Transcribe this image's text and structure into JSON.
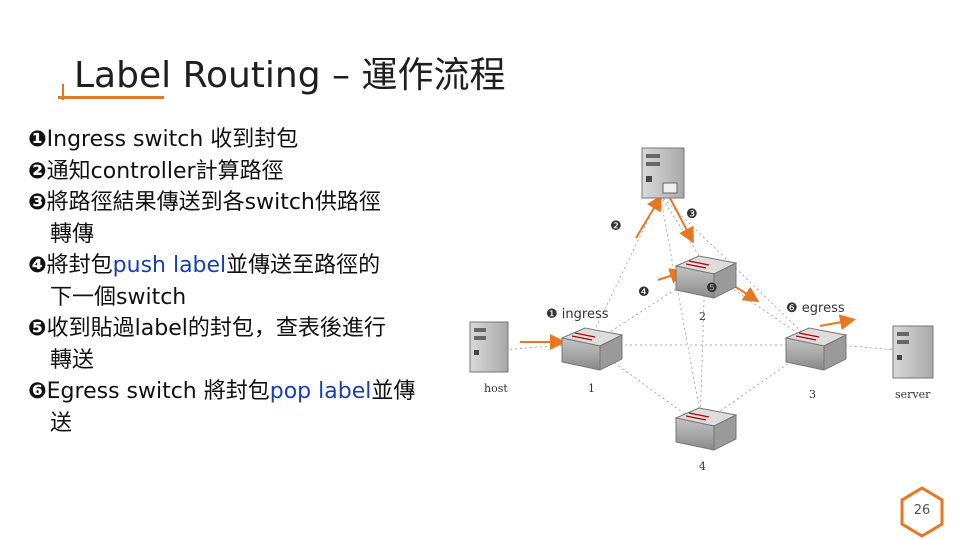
{
  "slide": {
    "title": "Label Routing – 運作流程",
    "page_number": "26",
    "accent_color": "#e87722",
    "highlight_color": "#1a3fb5"
  },
  "bullets": [
    {
      "num": "❶",
      "parts": [
        "Ingress switch 收到封包"
      ]
    },
    {
      "num": "❷",
      "parts": [
        "通知controller計算路徑"
      ]
    },
    {
      "num": "❸",
      "parts": [
        "將路徑結果傳送到各switch供路徑"
      ],
      "cont": "轉傳"
    },
    {
      "num": "❹",
      "parts": [
        "將封包",
        "push label",
        "並傳送至路徑的"
      ],
      "blue_index": 1,
      "cont": "下一個switch"
    },
    {
      "num": "❺",
      "parts": [
        "收到貼過label的封包，查表後進行"
      ],
      "cont": "轉送"
    },
    {
      "num": "❻",
      "parts": [
        "Egress switch 將封包",
        "pop label",
        "並傳"
      ],
      "blue_index": 1,
      "cont": "送"
    }
  ],
  "diagram": {
    "nodes": {
      "host": "host",
      "server": "server",
      "switch1": "1",
      "switch2": "2",
      "switch3": "3",
      "switch4": "4"
    },
    "annotations": {
      "ingress": "❶ ingress",
      "step2": "❷",
      "step3": "❸",
      "step4": "❹",
      "step5": "❺",
      "egress": "❻ egress"
    }
  }
}
